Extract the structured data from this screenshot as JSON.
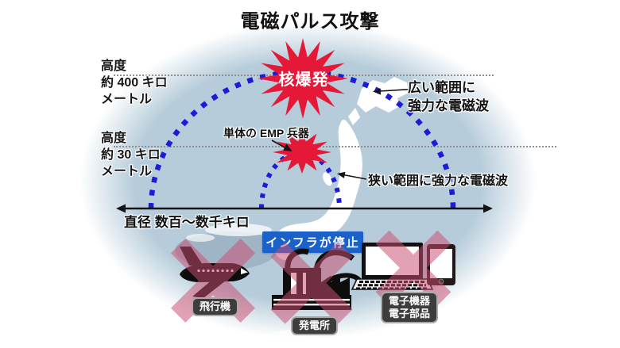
{
  "title": "電磁パルス攻撃",
  "colors": {
    "arc_blue": "#1b1bd8",
    "star_red": "#e51937",
    "banner_blue": "#1a62c9",
    "zone_fill": "#b6ccda",
    "cross_pink": "#cb4e70",
    "chip_bg": "#3d3d3d"
  },
  "diagram": {
    "altitude_high": {
      "label": "高度",
      "value": "約 400 キロ",
      "unit": "メートル"
    },
    "altitude_low": {
      "label": "高度",
      "value": "約 30 キロ",
      "unit": "メートル"
    },
    "nuclear_blast": "核爆発",
    "emp_weapon": "単体の EMP 兵器",
    "wide_range": {
      "line1": "広い範囲に",
      "line2": "強力な電磁波"
    },
    "narrow_range": "狭い範囲に強力な電磁波",
    "diameter": "直径 数百〜数千キロ",
    "banner": "インフラが停止"
  },
  "impacts": {
    "airplane": "飛行機",
    "power_plant": "発電所",
    "electronics_line1": "電子機器",
    "electronics_line2": "電子部品"
  }
}
